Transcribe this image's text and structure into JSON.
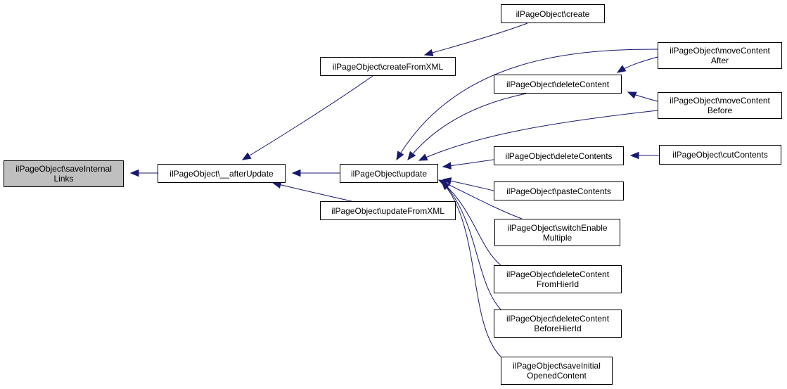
{
  "graph": {
    "colors": {
      "edge": "#191970",
      "border": "#000000",
      "focus_fill": "#bfbfbf",
      "node_fill": "#ffffff"
    },
    "nodes": [
      {
        "id": "saveInternalLinks",
        "lines": [
          "ilPageObject\\saveInternal",
          "Links"
        ],
        "focus": true
      },
      {
        "id": "afterUpdate",
        "lines": [
          "ilPageObject\\__afterUpdate"
        ]
      },
      {
        "id": "createFromXML",
        "lines": [
          "ilPageObject\\createFromXML"
        ]
      },
      {
        "id": "updateFromXML",
        "lines": [
          "ilPageObject\\updateFromXML"
        ]
      },
      {
        "id": "update",
        "lines": [
          "ilPageObject\\update"
        ]
      },
      {
        "id": "create",
        "lines": [
          "ilPageObject\\create"
        ]
      },
      {
        "id": "deleteContent",
        "lines": [
          "ilPageObject\\deleteContent"
        ]
      },
      {
        "id": "deleteContents",
        "lines": [
          "ilPageObject\\deleteContents"
        ]
      },
      {
        "id": "pasteContents",
        "lines": [
          "ilPageObject\\pasteContents"
        ]
      },
      {
        "id": "switchEnableMultiple",
        "lines": [
          "ilPageObject\\switchEnable",
          "Multiple"
        ]
      },
      {
        "id": "deleteContentFromHierId",
        "lines": [
          "ilPageObject\\deleteContent",
          "FromHierId"
        ]
      },
      {
        "id": "deleteContentBeforeHierId",
        "lines": [
          "ilPageObject\\deleteContent",
          "BeforeHierId"
        ]
      },
      {
        "id": "saveInitialOpenedContent",
        "lines": [
          "ilPageObject\\saveInitial",
          "OpenedContent"
        ]
      },
      {
        "id": "moveContentAfter",
        "lines": [
          "ilPageObject\\moveContent",
          "After"
        ]
      },
      {
        "id": "moveContentBefore",
        "lines": [
          "ilPageObject\\moveContent",
          "Before"
        ]
      },
      {
        "id": "cutContents",
        "lines": [
          "ilPageObject\\cutContents"
        ]
      }
    ],
    "edges": [
      {
        "from": "afterUpdate",
        "to": "saveInternalLinks"
      },
      {
        "from": "createFromXML",
        "to": "afterUpdate"
      },
      {
        "from": "updateFromXML",
        "to": "afterUpdate"
      },
      {
        "from": "update",
        "to": "afterUpdate"
      },
      {
        "from": "create",
        "to": "createFromXML"
      },
      {
        "from": "moveContentAfter",
        "to": "deleteContent"
      },
      {
        "from": "moveContentBefore",
        "to": "deleteContent"
      },
      {
        "from": "cutContents",
        "to": "deleteContents"
      },
      {
        "from": "deleteContent",
        "to": "update"
      },
      {
        "from": "moveContentAfter",
        "to": "update"
      },
      {
        "from": "moveContentBefore",
        "to": "update"
      },
      {
        "from": "deleteContents",
        "to": "update"
      },
      {
        "from": "pasteContents",
        "to": "update"
      },
      {
        "from": "switchEnableMultiple",
        "to": "update"
      },
      {
        "from": "deleteContentFromHierId",
        "to": "update"
      },
      {
        "from": "deleteContentBeforeHierId",
        "to": "update"
      },
      {
        "from": "saveInitialOpenedContent",
        "to": "update"
      }
    ]
  }
}
